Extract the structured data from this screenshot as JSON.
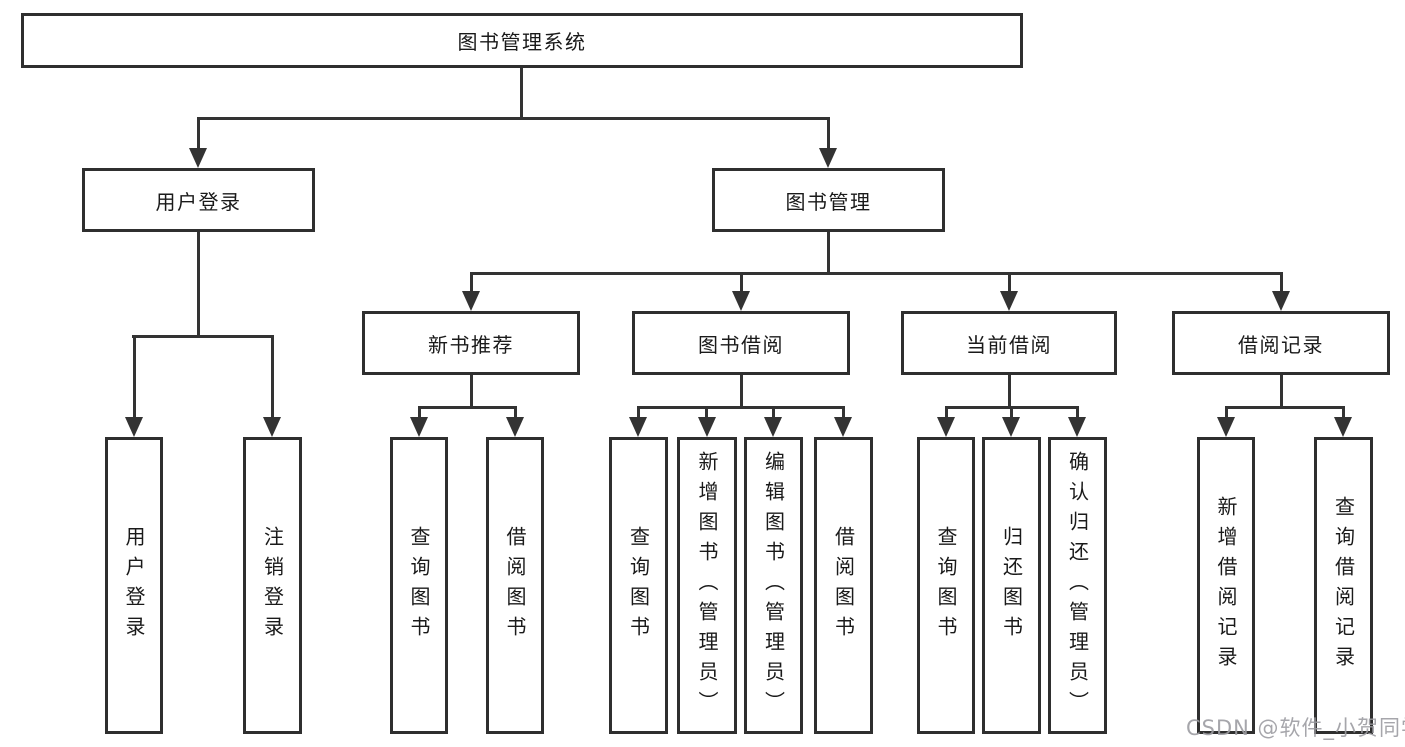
{
  "canvas": {
    "background": "#ffffff",
    "line_color": "#333333",
    "border_color": "#2f2f2f",
    "text_color": "#1a1a1a"
  },
  "watermark": {
    "text": "CSDN @软件_小贺同学",
    "color": "#9d9da2"
  },
  "tree": {
    "root": {
      "label": "图书管理系统",
      "children": [
        {
          "label": "用户登录",
          "children": [
            {
              "label": "用户登录"
            },
            {
              "label": "注销登录"
            }
          ]
        },
        {
          "label": "图书管理",
          "children": [
            {
              "label": "新书推荐",
              "children": [
                {
                  "label": "查询图书"
                },
                {
                  "label": "借阅图书"
                }
              ]
            },
            {
              "label": "图书借阅",
              "children": [
                {
                  "label": "查询图书"
                },
                {
                  "label": "新增图书（管理员）"
                },
                {
                  "label": "编辑图书（管理员）"
                },
                {
                  "label": "借阅图书"
                }
              ]
            },
            {
              "label": "当前借阅",
              "children": [
                {
                  "label": "查询图书"
                },
                {
                  "label": "归还图书"
                },
                {
                  "label": "确认归还（管理员）"
                }
              ]
            },
            {
              "label": "借阅记录",
              "children": [
                {
                  "label": "新增借阅记录"
                },
                {
                  "label": "查询借阅记录"
                }
              ]
            }
          ]
        }
      ]
    }
  }
}
